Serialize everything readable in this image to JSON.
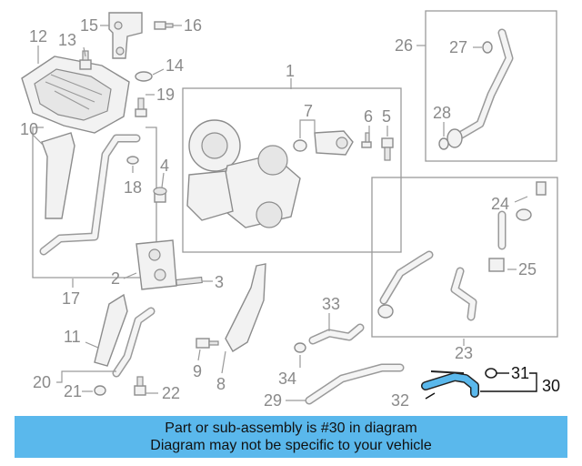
{
  "callouts": {
    "c1": "1",
    "c2": "2",
    "c3": "3",
    "c4": "4",
    "c5": "5",
    "c6": "6",
    "c7": "7",
    "c8": "8",
    "c9": "9",
    "c10": "10",
    "c11": "11",
    "c12": "12",
    "c13": "13",
    "c14": "14",
    "c15": "15",
    "c16": "16",
    "c17": "17",
    "c18": "18",
    "c19": "19",
    "c20": "20",
    "c21": "21",
    "c22": "22",
    "c23": "23",
    "c24": "24",
    "c25": "25",
    "c26": "26",
    "c27": "27",
    "c28": "28",
    "c29": "29",
    "c30": "30",
    "c31": "31",
    "c32": "32",
    "c33": "33",
    "c34": "34"
  },
  "highlight": {
    "part_number": "30",
    "color": "#5ab8ec"
  },
  "banner": {
    "line1": "Part or sub-assembly is #30 in diagram",
    "line2": "Diagram may not be specific to your vehicle",
    "background": "#5ab8ec"
  }
}
